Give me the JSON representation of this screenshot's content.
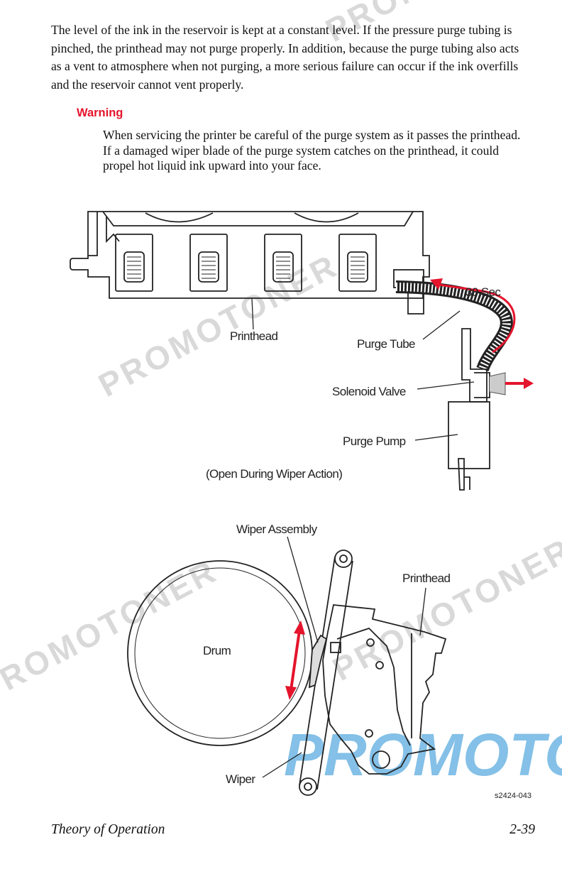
{
  "body_text": "The level of the ink in the reservoir is kept at a constant level. If the pressure purge tubing is pinched, the printhead may not purge properly. In addition, because the purge tubing also acts as a vent to atmosphere when not purging, a more serious failure can occur if the ink overfills and the reservoir cannot vent properly.",
  "warning": {
    "title": "Warning",
    "text": "When servicing the printer be careful of the purge system as it passes the printhead. If a damaged wiper blade of the purge system catches on the printhead, it could propel hot liquid ink upward into your face."
  },
  "figure_top": {
    "labels": {
      "printhead": "Printhead",
      "purge_tube": "Purge Tube",
      "time": "30 Sec",
      "solenoid_valve": "Solenoid Valve",
      "purge_pump": "Purge Pump",
      "open_note": "(Open During Wiper Action)"
    }
  },
  "figure_bottom": {
    "labels": {
      "wiper_assembly": "Wiper Assembly",
      "printhead": "Printhead",
      "drum": "Drum",
      "wiper": "Wiper",
      "figure_id": "s2424-043"
    }
  },
  "watermark": "PROMOTONER",
  "colors": {
    "warning": "#e4142c",
    "arrow": "#e4142c",
    "watermark_blue": "#6fb6e3"
  },
  "footer": {
    "left": "Theory of Operation",
    "right": "2-39"
  }
}
